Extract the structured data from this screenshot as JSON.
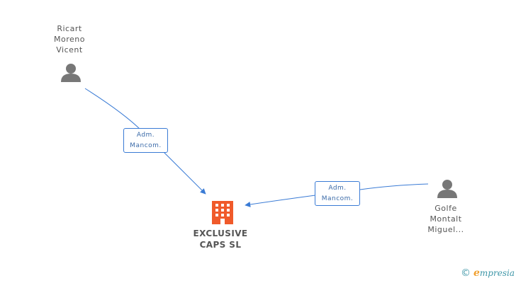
{
  "nodes": {
    "person_top": {
      "lines": [
        "Ricart",
        "Moreno",
        "Vicent"
      ]
    },
    "person_right": {
      "lines": [
        "Golfe",
        "Montalt",
        "Miguel..."
      ]
    },
    "company": {
      "lines": [
        "EXCLUSIVE",
        "CAPS SL"
      ]
    }
  },
  "edges": [
    {
      "label_lines": [
        "Adm.",
        "Mancom."
      ]
    },
    {
      "label_lines": [
        "Adm.",
        "Mancom."
      ]
    }
  ],
  "brand": {
    "copyright": "©",
    "initial": "e",
    "rest": "mpresia"
  },
  "colors": {
    "edge": "#3a7bd5",
    "person": "#777777",
    "company": "#f05a2a",
    "text": "#555555"
  }
}
